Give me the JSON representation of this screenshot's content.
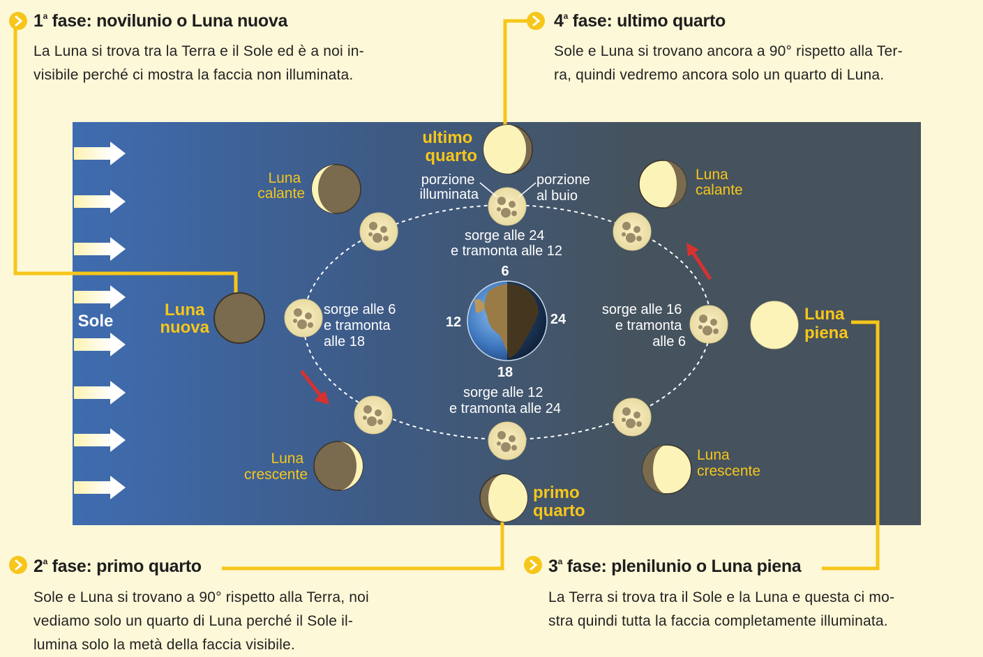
{
  "phases": {
    "p1": {
      "number": "1",
      "ordinal": "a",
      "title": " fase: novilunio o Luna nuova",
      "lines": [
        "La Luna si trova tra la Terra e il Sole ed è a noi in-",
        "visibile perché ci mostra la faccia non illuminata."
      ]
    },
    "p4": {
      "number": "4",
      "ordinal": "a",
      "title": " fase: ultimo quarto",
      "lines": [
        "Sole e Luna si trovano ancora a 90° rispetto alla Ter-",
        "ra, quindi vedremo ancora solo un quarto di Luna."
      ]
    },
    "p2": {
      "number": "2",
      "ordinal": "a",
      "title": " fase: primo quarto",
      "lines": [
        "Sole e Luna si trovano a 90° rispetto alla Terra, noi",
        "vediamo solo un quarto di Luna perché il Sole il-",
        "lumina solo la metà della faccia visibile."
      ]
    },
    "p3": {
      "number": "3",
      "ordinal": "a",
      "title": " fase: plenilunio o Luna piena",
      "lines": [
        "La Terra si trova tra il Sole e la Luna e questa ci mo-",
        "stra quindi tutta la faccia completamente illuminata."
      ]
    }
  },
  "diagram": {
    "sun_label": "Sole",
    "moon_labels": {
      "nuova": [
        "Luna",
        "nuova"
      ],
      "piena": [
        "Luna",
        "piena"
      ],
      "ultimo_quarto": [
        "ultimo",
        "quarto"
      ],
      "primo_quarto": [
        "primo",
        "quarto"
      ],
      "calante_left": [
        "Luna",
        "calante"
      ],
      "calante_right": [
        "Luna",
        "calante"
      ],
      "crescente_left": [
        "Luna",
        "crescente"
      ],
      "crescente_right": [
        "Luna",
        "crescente"
      ]
    },
    "portion_labels": {
      "lit": [
        "porzione",
        "illuminata"
      ],
      "dark": [
        "porzione",
        "al buio"
      ]
    },
    "rise_labels": {
      "top": [
        "sorge alle 24",
        "e tramonta alle 12"
      ],
      "left": [
        "sorge alle 6",
        "e tramonta",
        "alle 18"
      ],
      "right": [
        "sorge alle 16",
        "e tramonta",
        "alle 6"
      ],
      "bottom": [
        "sorge alle 12",
        "e tramonta alle 24"
      ]
    },
    "earth_hours": {
      "top": "6",
      "left": "12",
      "right": "24",
      "bottom": "18"
    }
  },
  "colors": {
    "accent_yellow": "#f7c61a",
    "panel_dark": "#46525c",
    "panel_blue": "#3f6cb0",
    "moon_light": "#fbf3b8",
    "moon_dark": "#7a6a4e",
    "arrow_red": "#d6322f",
    "background": "#fdf8d8"
  }
}
